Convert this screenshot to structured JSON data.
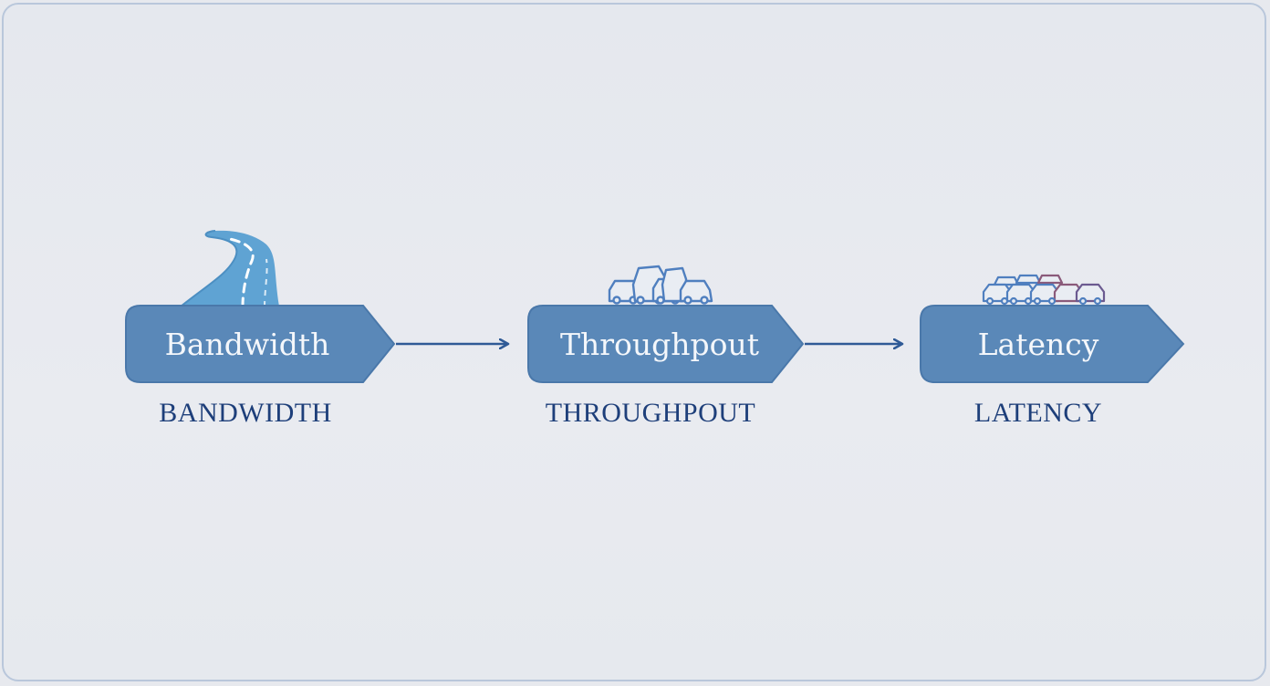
{
  "colors": {
    "node_fill": "#5a88b8",
    "node_stroke": "#4a78aa",
    "arrow": "#2f5a96",
    "label": "#1e3f7a",
    "road": "#5fa3d3",
    "car": "#4f7fbf",
    "car_red": "#8a5a7a"
  },
  "nodes": [
    {
      "id": "bandwidth",
      "text": "Bandwidth",
      "label": "BANDWIDTH",
      "icon": "road-icon"
    },
    {
      "id": "throughput",
      "text": "Throughpout",
      "label": "THROUGHPOUT",
      "icon": "car-group-icon"
    },
    {
      "id": "latency",
      "text": "Latency",
      "label": "LATENCY",
      "icon": "traffic-jam-icon"
    }
  ]
}
